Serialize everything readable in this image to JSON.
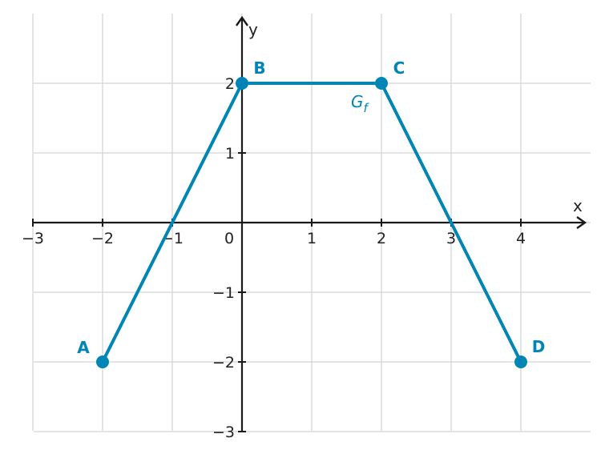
{
  "chart_data": {
    "type": "line",
    "xlabel": "x",
    "ylabel": "y",
    "xlim": [
      -3,
      4.85
    ],
    "ylim": [
      -3,
      2.95
    ],
    "grid": true,
    "x_ticks": [
      -3,
      -2,
      -1,
      0,
      1,
      2,
      3,
      4
    ],
    "x_tick_labels": [
      "−3",
      "−2",
      "−1",
      "0",
      "1",
      "2",
      "3",
      "4"
    ],
    "y_ticks": [
      -3,
      -2,
      -1,
      1,
      2
    ],
    "y_tick_labels": [
      "−3",
      "−2",
      "−1",
      "1",
      "2"
    ],
    "series": [
      {
        "name": "G_f",
        "x": [
          -2,
          0,
          2,
          4
        ],
        "y": [
          -2,
          2,
          2,
          -2
        ]
      }
    ],
    "points": [
      {
        "label": "A",
        "x": -2,
        "y": -2
      },
      {
        "label": "B",
        "x": 0,
        "y": 2
      },
      {
        "label": "C",
        "x": 2,
        "y": 2
      },
      {
        "label": "D",
        "x": 4,
        "y": -2
      }
    ],
    "graph_label": {
      "base": "G",
      "sub": "f"
    },
    "colors": {
      "line": "#0085b5",
      "axis": "#1a1a1a",
      "grid": "#d3d3d3"
    }
  }
}
